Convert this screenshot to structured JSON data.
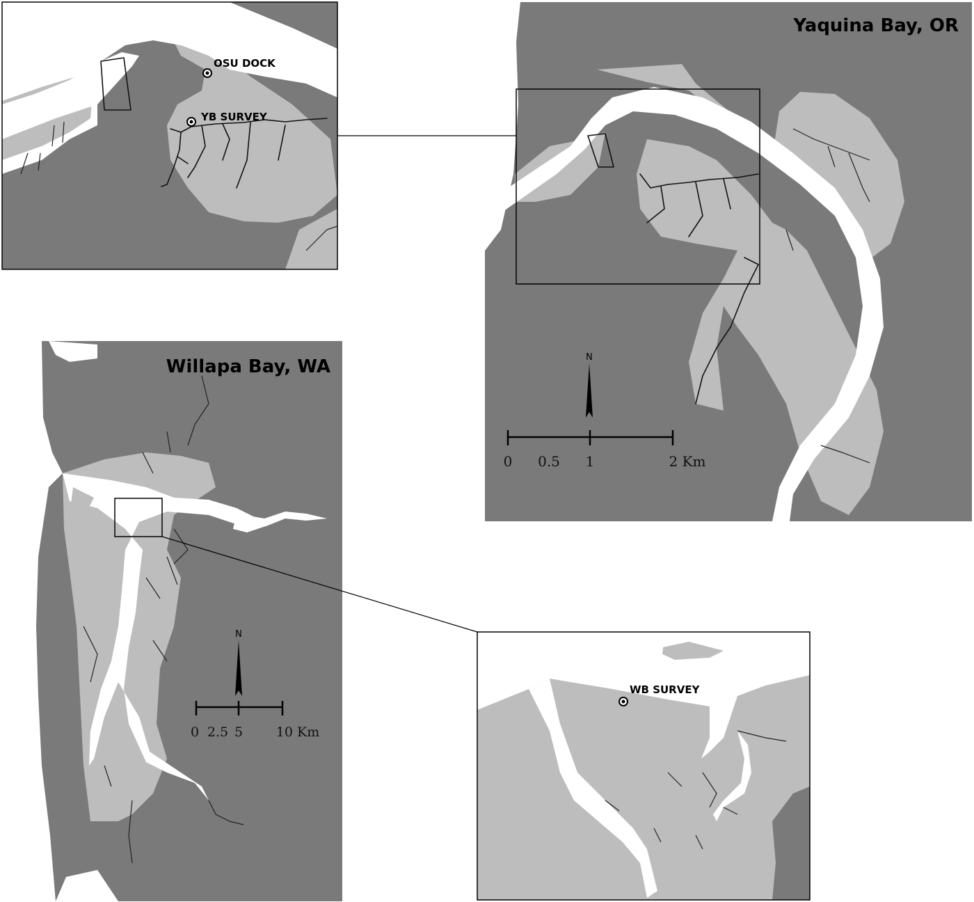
{
  "yaquina": {
    "title": "Yaquina Bay, OR",
    "scale_ticks": [
      "0",
      "0.5",
      "1",
      "2 Km"
    ],
    "north": "N"
  },
  "yaquina_inset": {
    "sites": [
      "OSU DOCK",
      "YB SURVEY"
    ]
  },
  "willapa": {
    "title": "Willapa Bay, WA",
    "scale_ticks": [
      "0",
      "2.5",
      "5",
      "10 Km"
    ],
    "north": "N"
  },
  "willapa_inset": {
    "sites": [
      "WB SURVEY"
    ]
  },
  "colors": {
    "land": "#7a7a7a",
    "tidal_flat": "#bdbdbd",
    "water": "#ffffff",
    "frame": "#000000"
  }
}
